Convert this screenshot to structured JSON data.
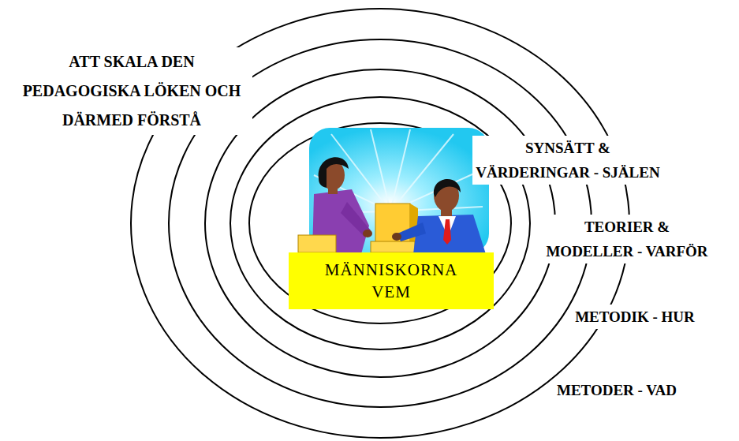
{
  "diagram": {
    "title": "ATT SKALA DEN PEDAGOGISKA LÖKEN OCH DÄRMED FÖRSTÅ",
    "nodes": [
      {
        "text": [
          "MÄNNISKORNA VEM"
        ]
      }
    ],
    "labels": [
      "SYNSÄTT & VÄRDERINGAR - SJÄLEN",
      "TEORIER & MODELLER - VARFÖR",
      "METODIK - HUR",
      "METODER - VAD"
    ]
  }
}
